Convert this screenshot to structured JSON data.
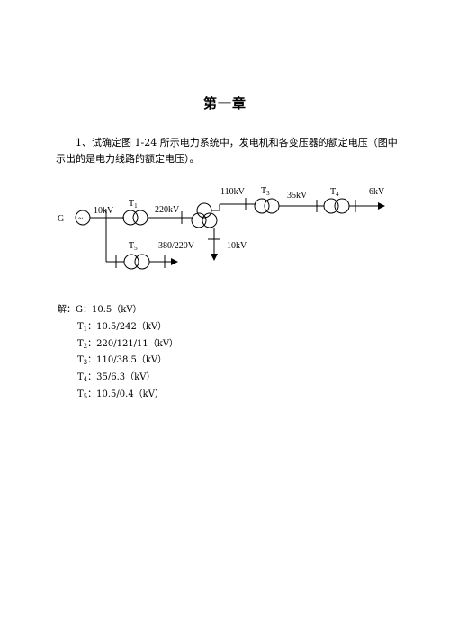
{
  "heading": "第一章",
  "question": "1、试确定图 1-24 所示电力系统中，发电机和各变压器的额定电压（图中示出的是电力线路的额定电压）。",
  "diagram": {
    "generator_label": "G",
    "generator_symbol": "~",
    "labels": {
      "v_10kv_gen": "10kV",
      "t1": "T",
      "t1_sub": "1",
      "v_220kv": "220kV",
      "v_110kv": "110kV",
      "t3": "T",
      "t3_sub": "3",
      "v_35kv": "35kV",
      "t4": "T",
      "t4_sub": "4",
      "v_6kv": "6kV",
      "t5": "T",
      "t5_sub": "5",
      "v_380_220v": "380/220V",
      "v_10kv_load": "10kV"
    }
  },
  "answers": {
    "prefix": "解：",
    "lines": [
      {
        "name": "G",
        "sub": "",
        "value": "：10.5（kV）"
      },
      {
        "name": "T",
        "sub": "1",
        "value": "：10.5/242（kV）"
      },
      {
        "name": "T",
        "sub": "2",
        "value": "：220/121/11（kV）"
      },
      {
        "name": "T",
        "sub": "3",
        "value": "：110/38.5（kV）"
      },
      {
        "name": "T",
        "sub": "4",
        "value": "：35/6.3（kV）"
      },
      {
        "name": "T",
        "sub": "5",
        "value": "：10.5/0.4（kV）"
      }
    ]
  }
}
